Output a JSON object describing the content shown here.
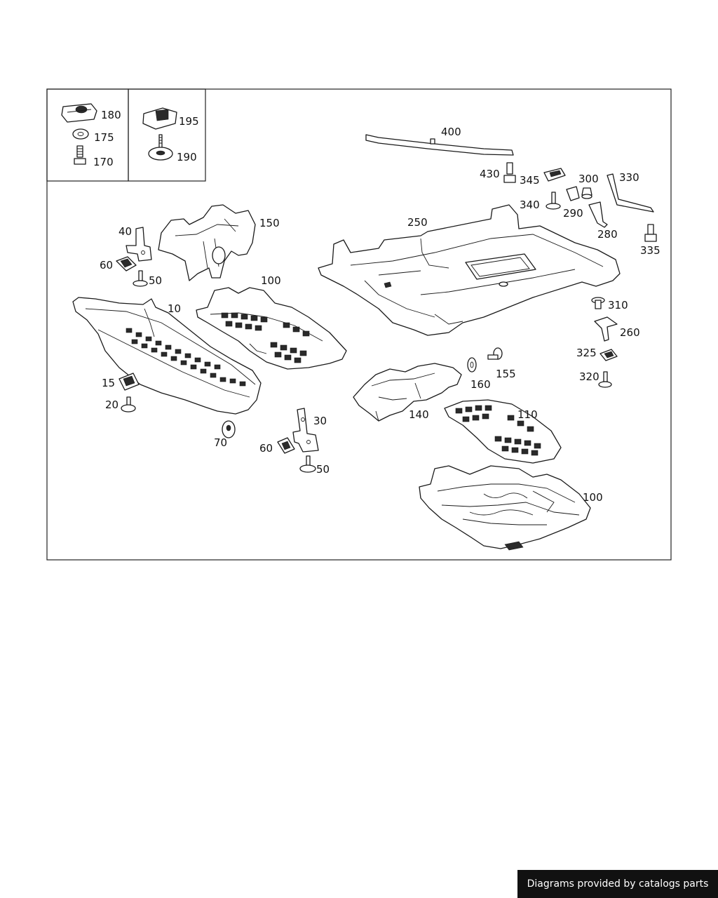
{
  "credit_text": "Diagrams provided by catalogs parts",
  "labels": {
    "l180": "180",
    "l175": "175",
    "l170": "170",
    "l195": "195",
    "l190": "190",
    "l400": "400",
    "l430": "430",
    "l345": "345",
    "l300": "300",
    "l330": "330",
    "l340": "340",
    "l290": "290",
    "l280": "280",
    "l335": "335",
    "l250": "250",
    "l150": "150",
    "l40": "40",
    "l60a": "60",
    "l50a": "50",
    "l100a": "100",
    "l10": "10",
    "l310": "310",
    "l260": "260",
    "l325": "325",
    "l320": "320",
    "l155": "155",
    "l160": "160",
    "l15": "15",
    "l20": "20",
    "l140": "140",
    "l110": "110",
    "l30": "30",
    "l70": "70",
    "l60b": "60",
    "l50b": "50",
    "l100b": "100"
  }
}
